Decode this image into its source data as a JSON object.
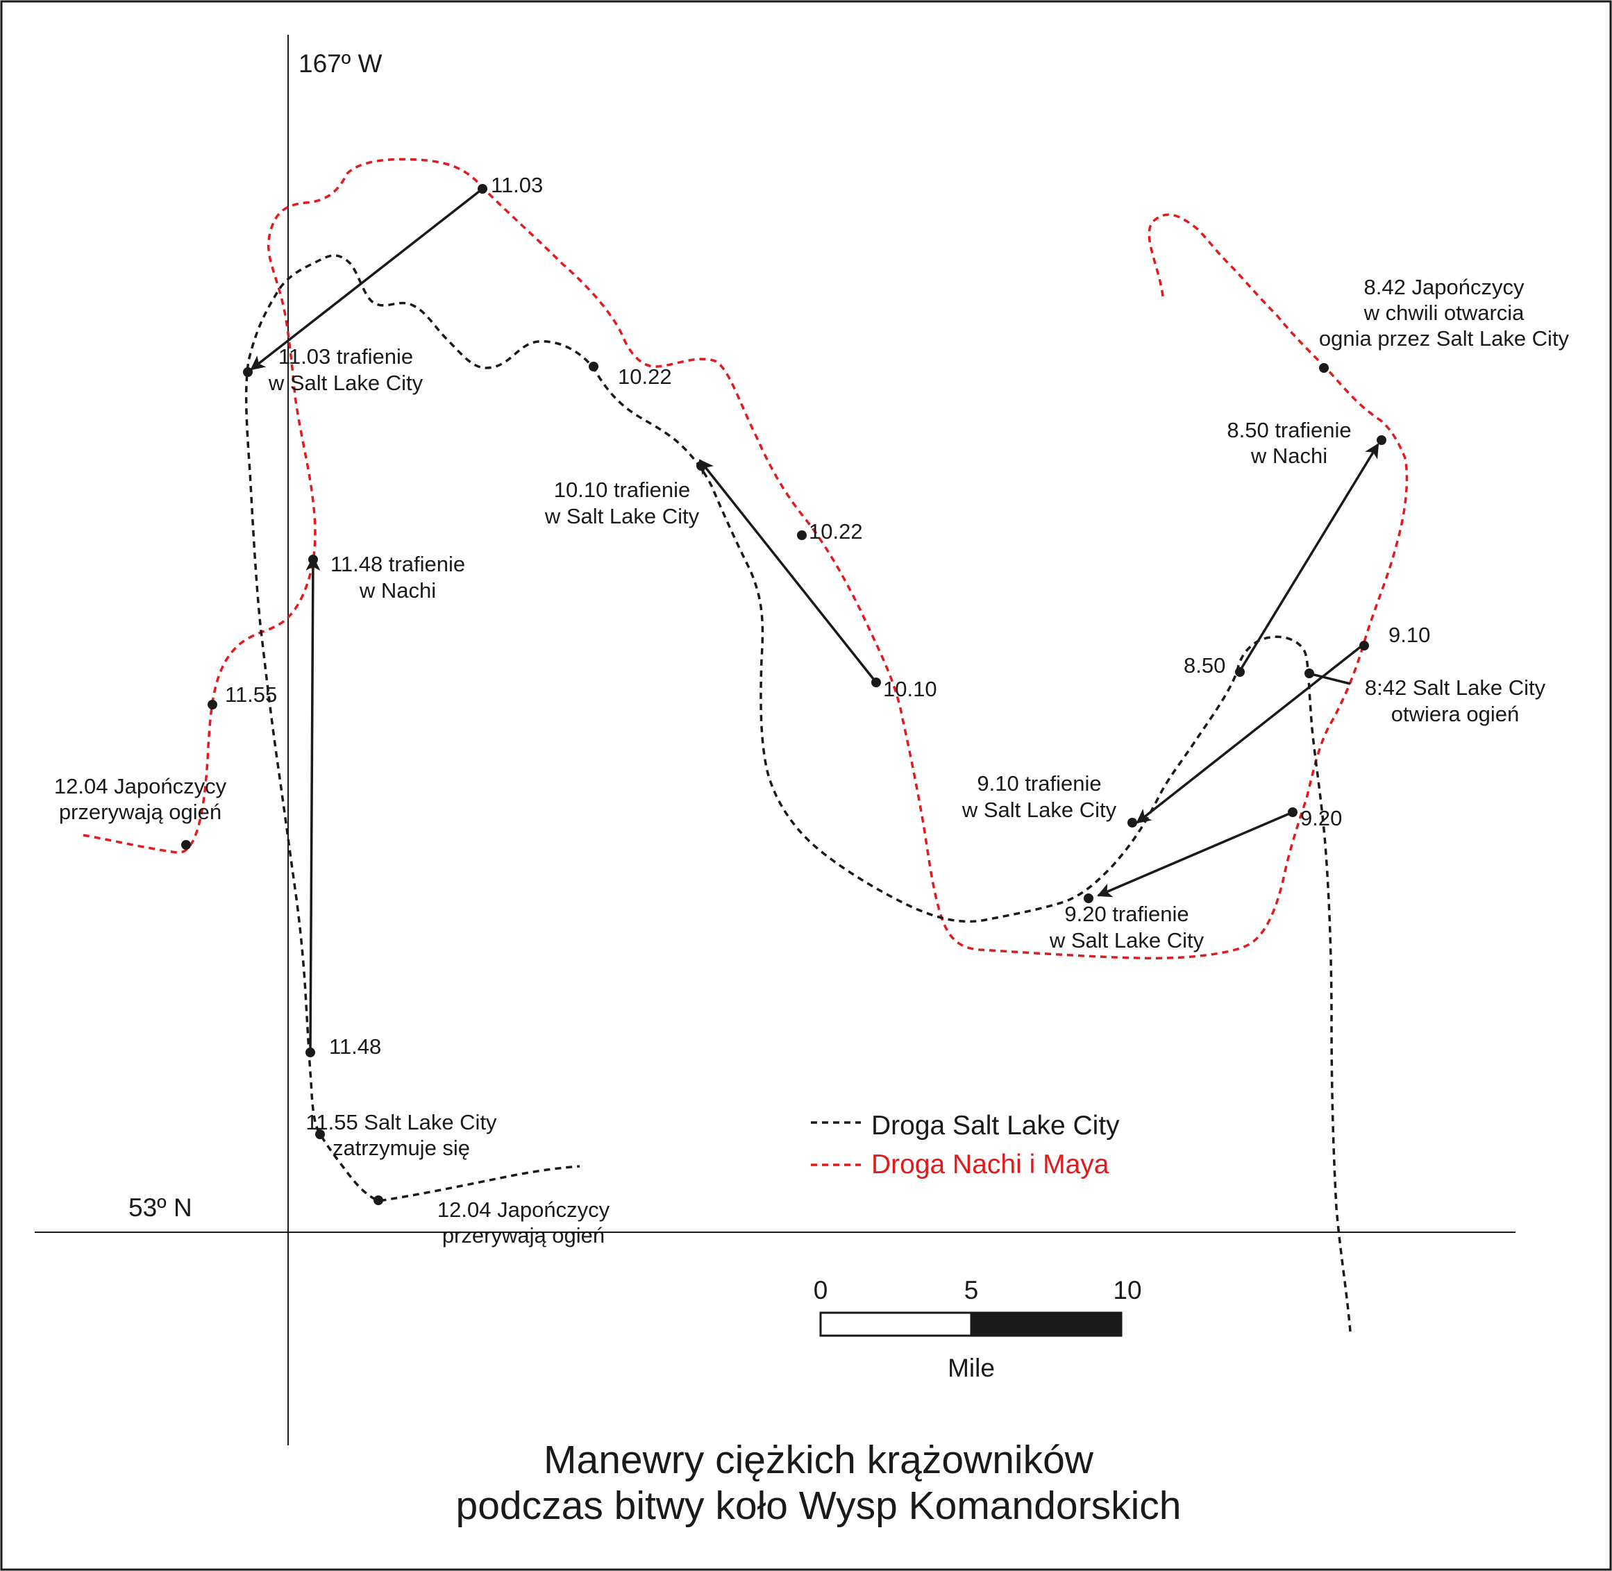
{
  "title": {
    "line1": "Manewry ciężkich krążowników",
    "line2": "podczas bitwy koło Wysp Komandorskich"
  },
  "grid": {
    "longitude_label": "167º W",
    "latitude_label": "53º N"
  },
  "legend": {
    "salt_lake_city": "Droga Salt Lake City",
    "nachi_maya": "Droga Nachi i Maya"
  },
  "colors": {
    "salt_lake_city_route": "#1a1a1a",
    "nachi_maya_route": "#e3191b",
    "frame": "#1a1a1a"
  },
  "scale": {
    "tick_0": "0",
    "tick_5": "5",
    "tick_10": "10",
    "unit": "Mile"
  },
  "labels": {
    "t1103": "11.03",
    "hit1103_a": "11.03 trafienie",
    "hit1103_b": "w Salt Lake City",
    "t1022_a": "10.22",
    "t1022_b": "10.22",
    "hit1010_a": "10.10 trafienie",
    "hit1010_b": "w Salt Lake City",
    "t1010": "10.10",
    "hit1148_a": "11.48 trafienie",
    "hit1148_b": "w Nachi",
    "t1155": "11.55",
    "cease_j_a": "12.04 Japończycy",
    "cease_j_b": "przerywają ogień",
    "t1148": "11.48",
    "stop_a": "11.55 Salt Lake City",
    "stop_b": "zatrzymuje się",
    "cease_s_a": "12.04 Japończycy",
    "cease_s_b": "przerywają ogień",
    "j842_a": "8.42 Japończycy",
    "j842_b": "w chwili otwarcia",
    "j842_c": "ognia przez Salt Lake City",
    "hit850_a": "8.50 trafienie",
    "hit850_b": "w Nachi",
    "t910": "9.10",
    "t850": "8.50",
    "slc842_a": "8:42 Salt Lake City",
    "slc842_b": "otwiera ogień",
    "hit910_a": "9.10 trafienie",
    "hit910_b": "w Salt Lake City",
    "t920": "9.20",
    "hit920_a": "9.20 trafienie",
    "hit920_b": "w Salt Lake City"
  }
}
